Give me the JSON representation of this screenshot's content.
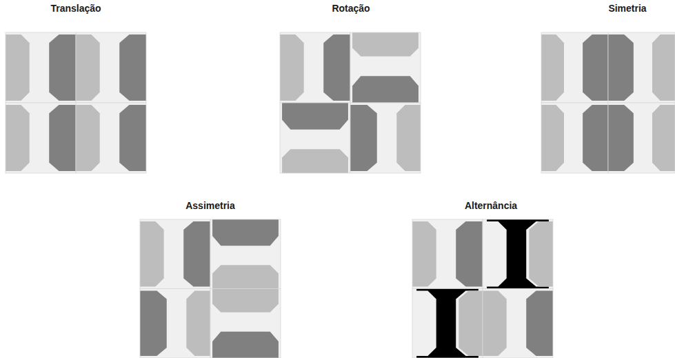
{
  "diagram": {
    "labels": [
      "Translação",
      "Rotação",
      "Simetria",
      "Assimetria",
      "Alternância"
    ]
  }
}
